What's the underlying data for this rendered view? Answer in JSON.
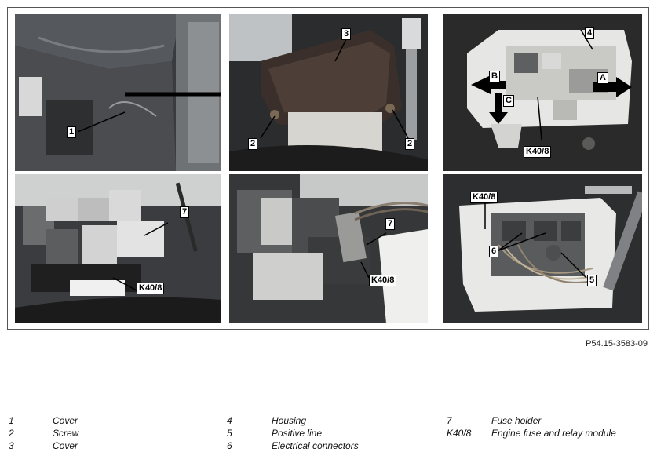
{
  "figure": {
    "reference": "P54.15-3583-09",
    "panels": [
      {
        "id": "p1",
        "callouts": [
          "1"
        ]
      },
      {
        "id": "p2",
        "callouts": [
          "3",
          "2",
          "2"
        ]
      },
      {
        "id": "p3",
        "callouts": [
          "4",
          "B",
          "A",
          "C",
          "K40/8"
        ]
      },
      {
        "id": "p4",
        "callouts": [
          "7",
          "K40/8"
        ]
      },
      {
        "id": "p5",
        "callouts": [
          "7",
          "K40/8"
        ]
      },
      {
        "id": "p6",
        "callouts": [
          "K40/8",
          "6",
          "5"
        ]
      }
    ]
  },
  "legend": [
    [
      {
        "key": "1",
        "value": "Cover"
      },
      {
        "key": "2",
        "value": "Screw"
      },
      {
        "key": "3",
        "value": "Cover"
      }
    ],
    [
      {
        "key": "4",
        "value": "Housing"
      },
      {
        "key": "5",
        "value": "Positive line"
      },
      {
        "key": "6",
        "value": "Electrical connectors"
      }
    ],
    [
      {
        "key": "7",
        "value": "Fuse holder"
      },
      {
        "key": "K40/8",
        "value": "Engine fuse and relay module"
      }
    ]
  ],
  "colors": {
    "callout_bg": "#ffffff",
    "photo_dark": "#2a2b2d",
    "plastic": "#e8e8e6"
  }
}
